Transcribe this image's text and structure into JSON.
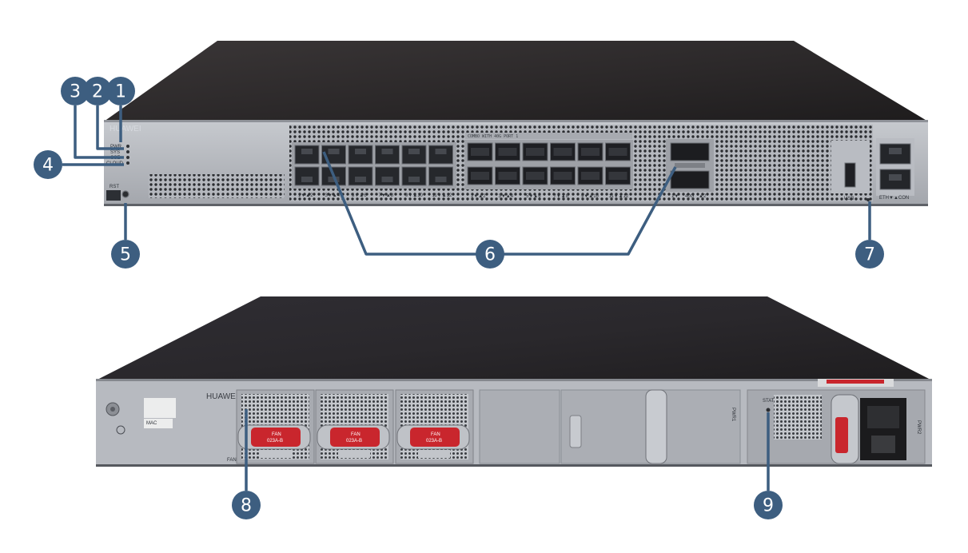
{
  "callouts": [
    "1",
    "2",
    "3",
    "4",
    "5",
    "6",
    "7",
    "8",
    "9"
  ],
  "front_panel": {
    "brand": "HUAWEI",
    "led_labels": [
      "PWR",
      "SYS",
      "CSE",
      "CLOUD"
    ],
    "reset_label": "RST",
    "combo_label": "COMBO WITH 40G PORT 1",
    "usb_label": "USB",
    "console_label": "ETH▼▲CON",
    "rj45_port_labels": [
      "1▼▲2",
      "3▼▲4",
      "5▼▲6",
      "7▼▲8",
      "9▼▲10",
      "11▼▲12"
    ],
    "sfp_port_labels": [
      "1▼▲2",
      "3▼▲4",
      "5▼▲6",
      "7▼▲8",
      "9▼▲10",
      "11▼▲12"
    ],
    "qsfp_port_labels": [
      "1▼",
      "40G",
      "▲2"
    ]
  },
  "rear_panel": {
    "brand": "HUAWEI",
    "fan_label": "FAN",
    "fan_module_text": [
      "FAN",
      "023A-B"
    ],
    "stat_label": "STAT",
    "pwr1_label": "PWR1",
    "pwr2_label": "PWR2",
    "mac_label": "MAC"
  },
  "colors": {
    "callout_fill": "#3d5e80",
    "callout_line": "#3d5e80",
    "chassis_top": "#2c2a2b",
    "front_panel": "#a9acb2",
    "rear_panel": "#b3b6bc",
    "fan_tab": "#c9262d"
  }
}
